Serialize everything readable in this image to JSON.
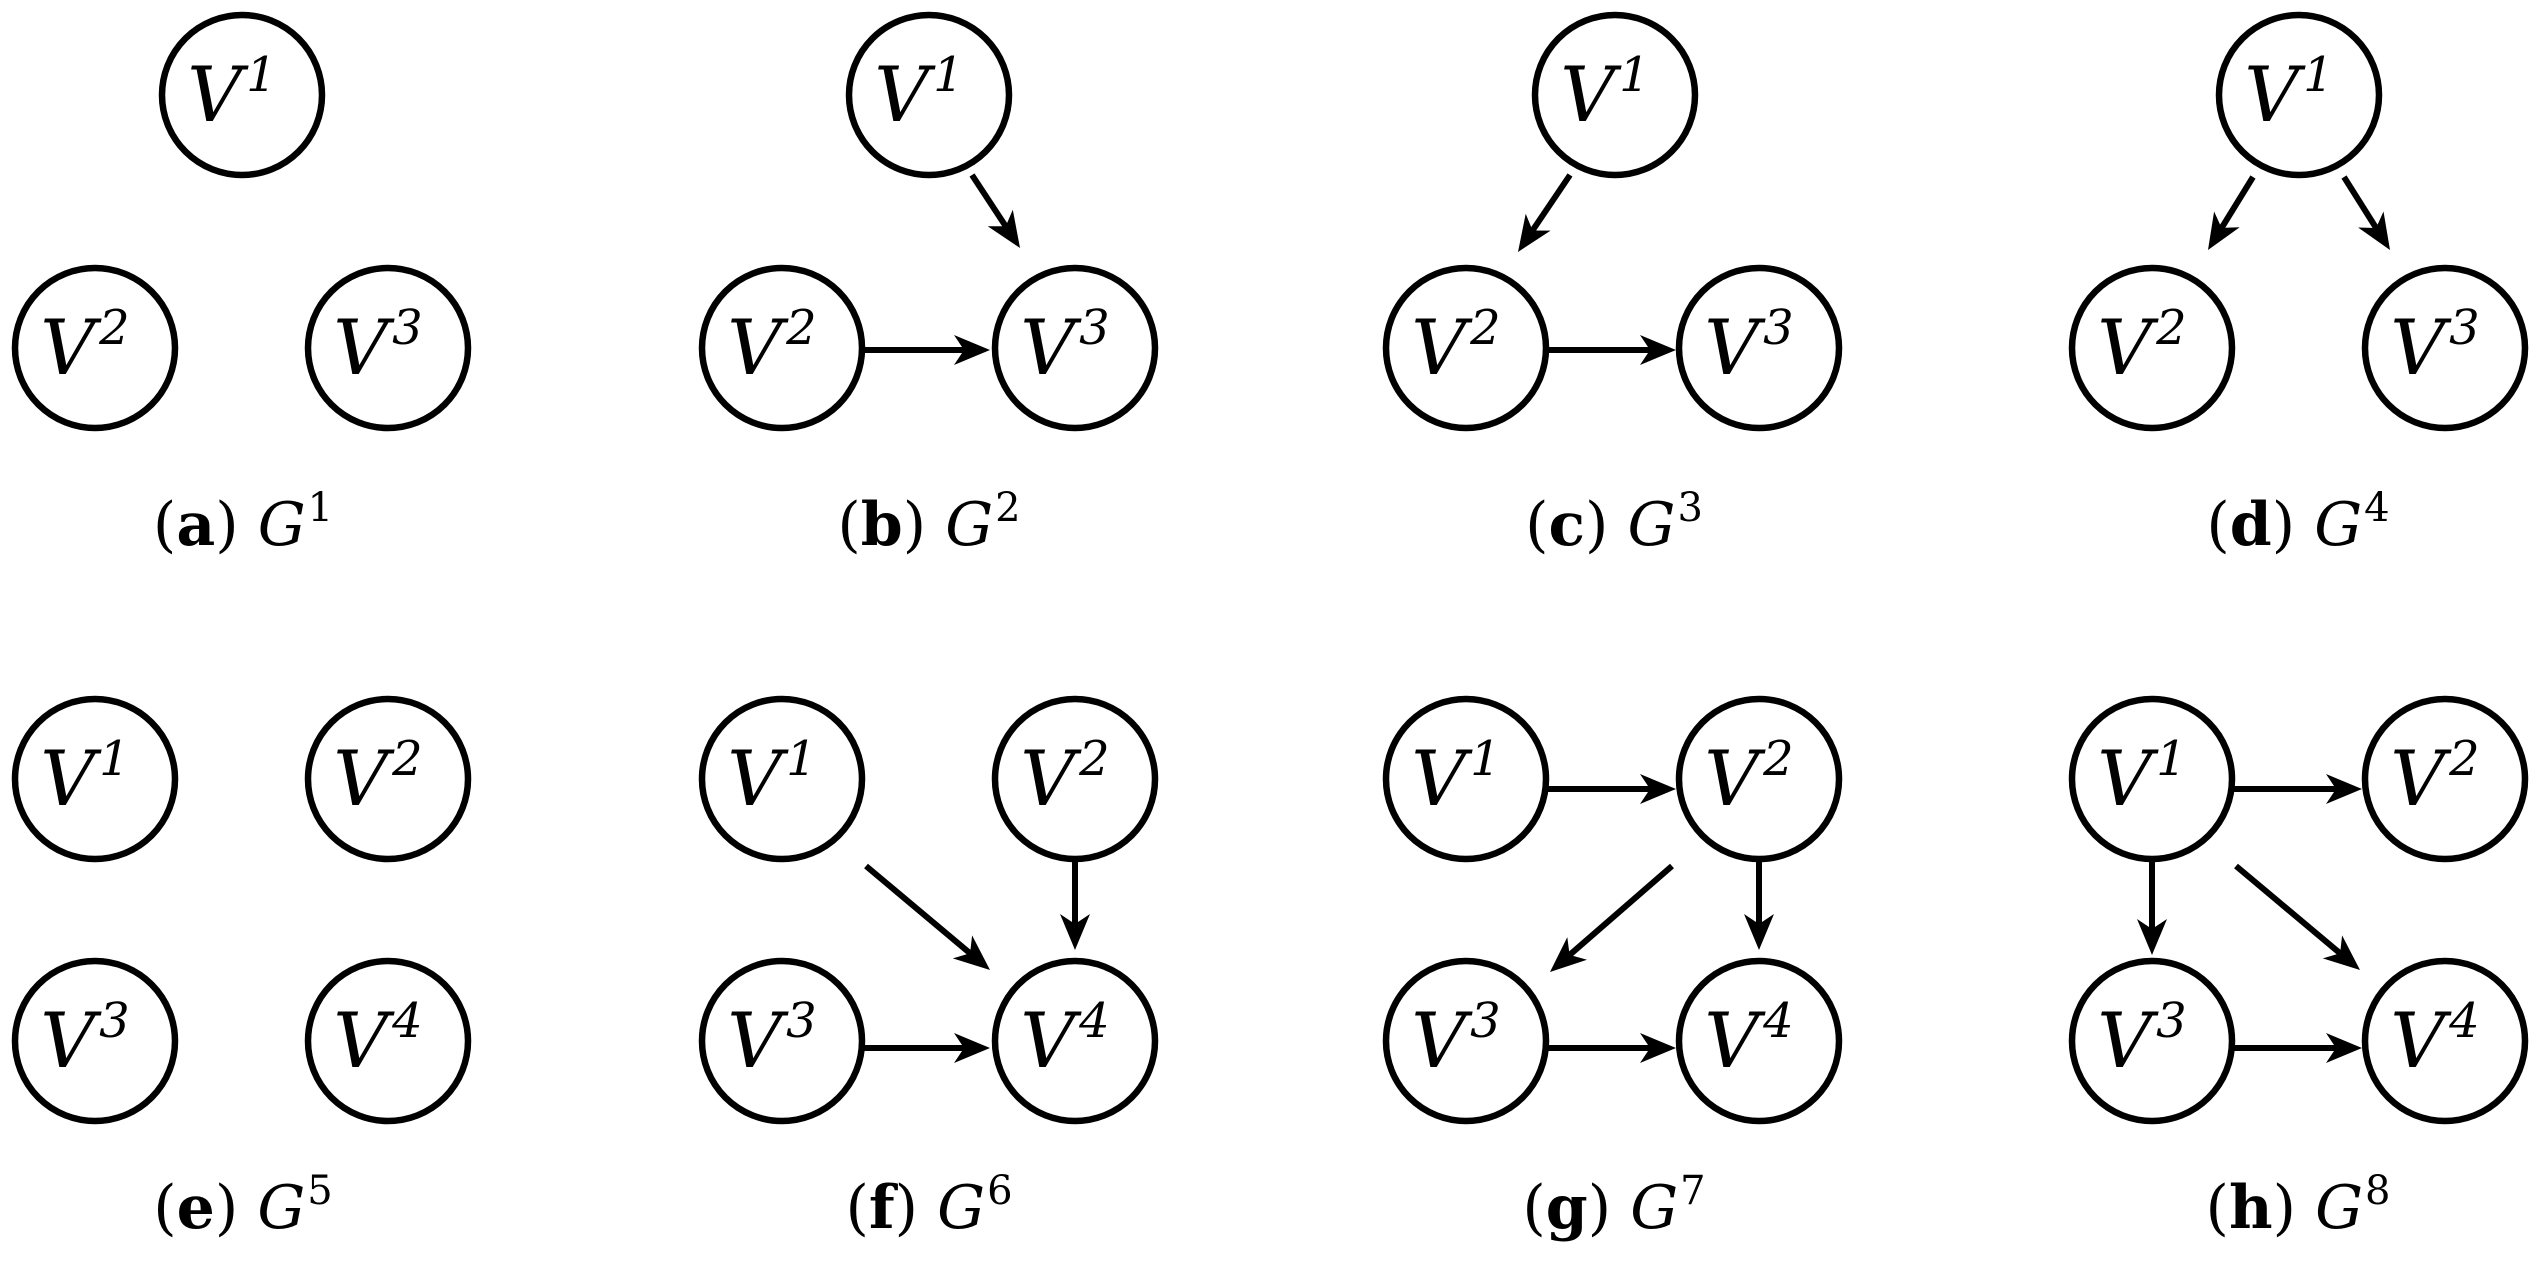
{
  "colors": {
    "stroke": "#000000",
    "fill": "#ffffff"
  },
  "panels": [
    {
      "id": "a",
      "letter": "a",
      "graph_base": "G",
      "graph_sup": "1",
      "nodes": [
        {
          "id": "V1",
          "base": "V",
          "sup": "1"
        },
        {
          "id": "V2",
          "base": "V",
          "sup": "2"
        },
        {
          "id": "V3",
          "base": "V",
          "sup": "3"
        }
      ],
      "edges": []
    },
    {
      "id": "b",
      "letter": "b",
      "graph_base": "G",
      "graph_sup": "2",
      "nodes": [
        {
          "id": "V1",
          "base": "V",
          "sup": "1"
        },
        {
          "id": "V2",
          "base": "V",
          "sup": "2"
        },
        {
          "id": "V3",
          "base": "V",
          "sup": "3"
        }
      ],
      "edges": [
        [
          "V1",
          "V3"
        ],
        [
          "V2",
          "V3"
        ]
      ]
    },
    {
      "id": "c",
      "letter": "c",
      "graph_base": "G",
      "graph_sup": "3",
      "nodes": [
        {
          "id": "V1",
          "base": "V",
          "sup": "1"
        },
        {
          "id": "V2",
          "base": "V",
          "sup": "2"
        },
        {
          "id": "V3",
          "base": "V",
          "sup": "3"
        }
      ],
      "edges": [
        [
          "V1",
          "V2"
        ],
        [
          "V2",
          "V3"
        ]
      ]
    },
    {
      "id": "d",
      "letter": "d",
      "graph_base": "G",
      "graph_sup": "4",
      "nodes": [
        {
          "id": "V1",
          "base": "V",
          "sup": "1"
        },
        {
          "id": "V2",
          "base": "V",
          "sup": "2"
        },
        {
          "id": "V3",
          "base": "V",
          "sup": "3"
        }
      ],
      "edges": [
        [
          "V1",
          "V2"
        ],
        [
          "V1",
          "V3"
        ]
      ]
    },
    {
      "id": "e",
      "letter": "e",
      "graph_base": "G",
      "graph_sup": "5",
      "nodes": [
        {
          "id": "V1",
          "base": "V",
          "sup": "1"
        },
        {
          "id": "V2",
          "base": "V",
          "sup": "2"
        },
        {
          "id": "V3",
          "base": "V",
          "sup": "3"
        },
        {
          "id": "V4",
          "base": "V",
          "sup": "4"
        }
      ],
      "edges": []
    },
    {
      "id": "f",
      "letter": "f",
      "graph_base": "G",
      "graph_sup": "6",
      "nodes": [
        {
          "id": "V1",
          "base": "V",
          "sup": "1"
        },
        {
          "id": "V2",
          "base": "V",
          "sup": "2"
        },
        {
          "id": "V3",
          "base": "V",
          "sup": "3"
        },
        {
          "id": "V4",
          "base": "V",
          "sup": "4"
        }
      ],
      "edges": [
        [
          "V1",
          "V4"
        ],
        [
          "V2",
          "V4"
        ],
        [
          "V3",
          "V4"
        ]
      ]
    },
    {
      "id": "g",
      "letter": "g",
      "graph_base": "G",
      "graph_sup": "7",
      "nodes": [
        {
          "id": "V1",
          "base": "V",
          "sup": "1"
        },
        {
          "id": "V2",
          "base": "V",
          "sup": "2"
        },
        {
          "id": "V3",
          "base": "V",
          "sup": "3"
        },
        {
          "id": "V4",
          "base": "V",
          "sup": "4"
        }
      ],
      "edges": [
        [
          "V1",
          "V2"
        ],
        [
          "V2",
          "V3"
        ],
        [
          "V2",
          "V4"
        ],
        [
          "V3",
          "V4"
        ]
      ]
    },
    {
      "id": "h",
      "letter": "h",
      "graph_base": "G",
      "graph_sup": "8",
      "nodes": [
        {
          "id": "V1",
          "base": "V",
          "sup": "1"
        },
        {
          "id": "V2",
          "base": "V",
          "sup": "2"
        },
        {
          "id": "V3",
          "base": "V",
          "sup": "3"
        },
        {
          "id": "V4",
          "base": "V",
          "sup": "4"
        }
      ],
      "edges": [
        [
          "V1",
          "V2"
        ],
        [
          "V1",
          "V3"
        ],
        [
          "V1",
          "V4"
        ],
        [
          "V3",
          "V4"
        ]
      ]
    }
  ]
}
